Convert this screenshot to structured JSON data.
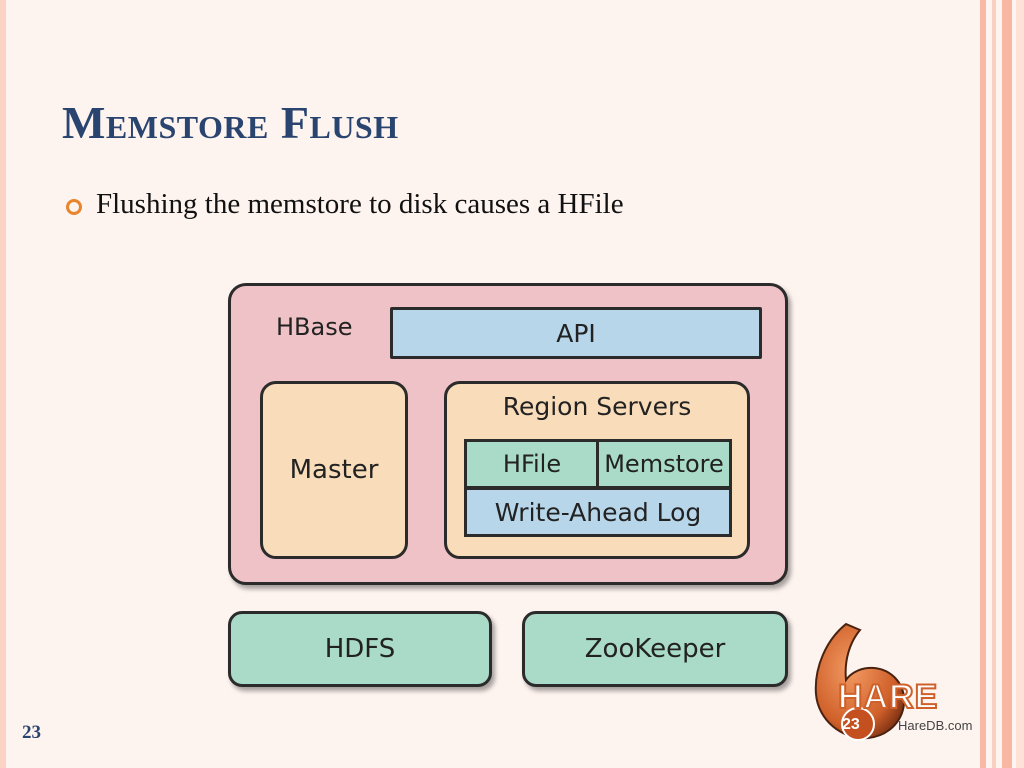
{
  "slide": {
    "title": "Memstore Flush",
    "bullet": "Flushing the memstore to disk causes a HFile",
    "page_number": "23"
  },
  "diagram": {
    "hbase_label": "HBase",
    "api_label": "API",
    "master_label": "Master",
    "region_servers_label": "Region Servers",
    "hfile_label": "HFile",
    "memstore_label": "Memstore",
    "wal_label": "Write-Ahead Log",
    "hdfs_label": "HDFS",
    "zookeeper_label": "ZooKeeper"
  },
  "logo": {
    "wordmark": "HARE",
    "badge_number": "23",
    "site": "HareDB.com"
  },
  "colors": {
    "title": "#2a4470",
    "bullet": "#e7862e",
    "hbase_bg": "#eec2c6",
    "api_bg": "#b7d6ea",
    "server_bg": "#f9dcb9",
    "green_bg": "#a9dbc8",
    "logo_orange": "#d0602a"
  }
}
